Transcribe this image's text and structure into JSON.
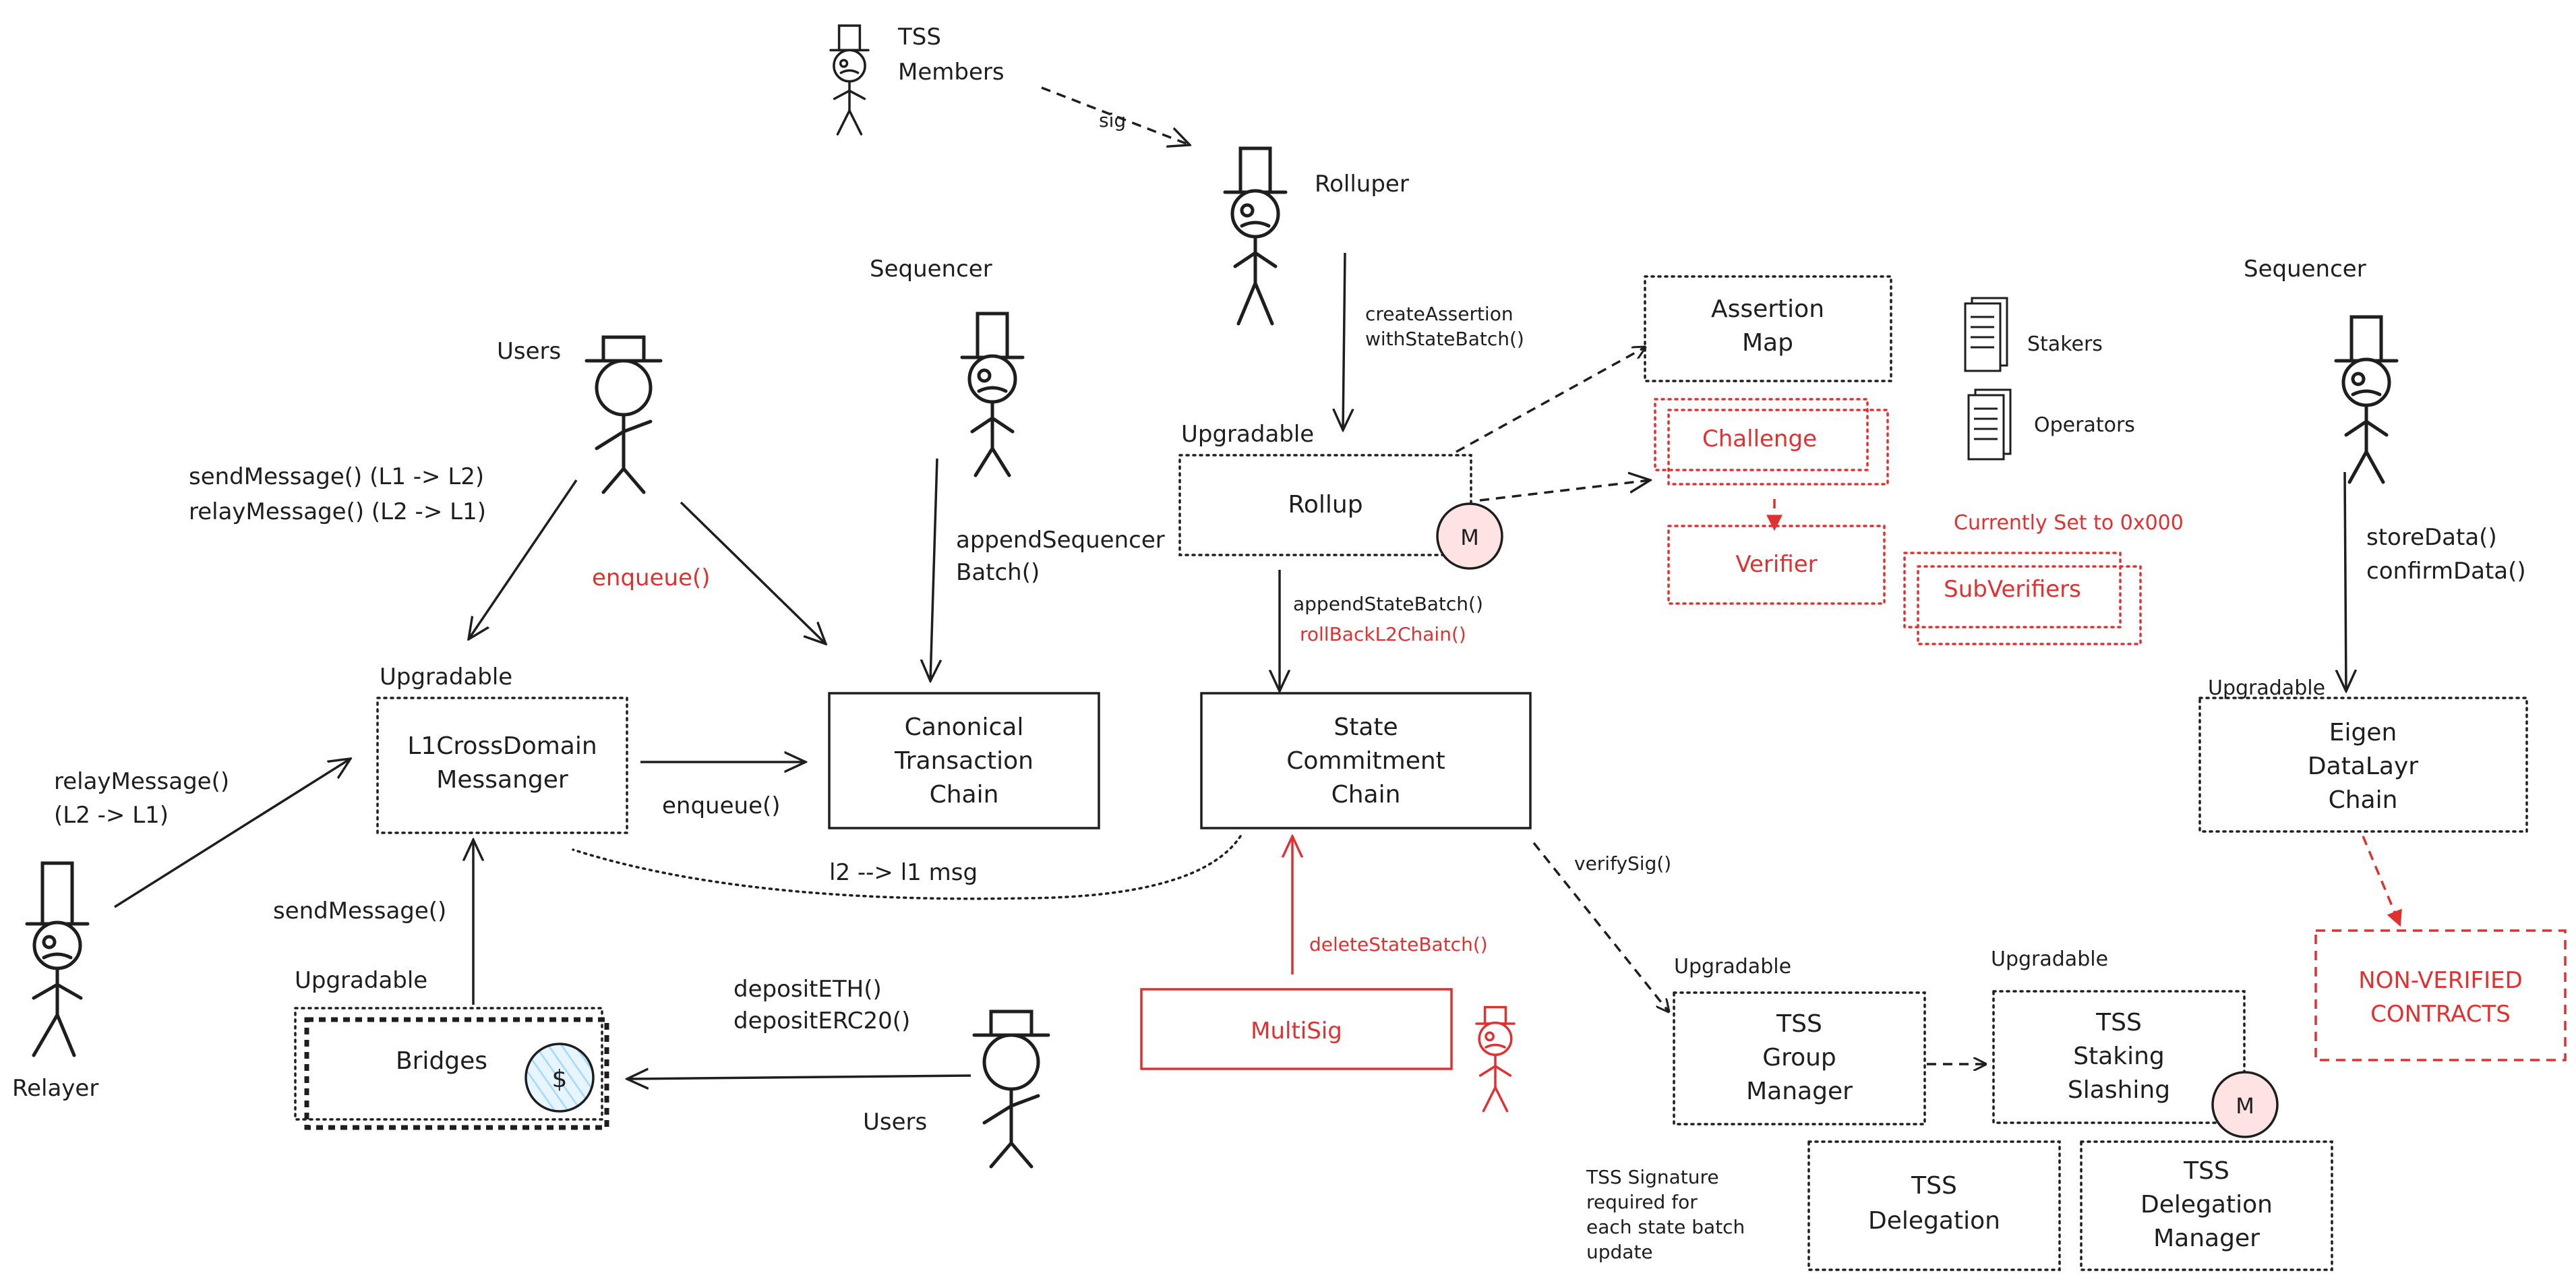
{
  "colors": {
    "ink": "#1e1e1e",
    "accent_red": "#e03131",
    "green_fill": "#d3f9d8",
    "blue_fill": "#d0ebff",
    "yellow_fill": "#fff3bf",
    "pink_fill": "#ffe3e3"
  },
  "actors": {
    "tss_members": [
      "TSS",
      "Members"
    ],
    "rolluper": "Rolluper",
    "sequencer_mid": "Sequencer",
    "sequencer_right": "Sequencer",
    "users_top": "Users",
    "users_bottom": "Users",
    "relayer": "Relayer"
  },
  "boxes": {
    "l1_messenger": {
      "tag": "Upgradable",
      "lines": [
        "L1CrossDomain",
        "Messanger"
      ]
    },
    "ctc": {
      "lines": [
        "Canonical",
        "Transaction",
        "Chain"
      ]
    },
    "scc": {
      "lines": [
        "State",
        "Commitment",
        "Chain"
      ]
    },
    "rollup": {
      "tag": "Upgradable",
      "title": "Rollup",
      "badge": "M"
    },
    "assertion_map": {
      "lines": [
        "Assertion",
        "Map"
      ]
    },
    "challenge": {
      "title": "Challenge"
    },
    "verifier": {
      "title": "Verifier"
    },
    "subverifiers": {
      "title": "SubVerifiers"
    },
    "bridges": {
      "tag": "Upgradable",
      "title": "Bridges",
      "badge": "$"
    },
    "multisig": {
      "title": "MultiSig"
    },
    "tss_group": {
      "tag": "Upgradable",
      "lines": [
        "TSS",
        "Group",
        "Manager"
      ]
    },
    "tss_staking": {
      "tag": "Upgradable",
      "lines": [
        "TSS",
        "Staking",
        "Slashing"
      ],
      "badge": "M"
    },
    "tss_delegation": {
      "lines": [
        "TSS",
        "Delegation"
      ]
    },
    "tss_delegation_manager": {
      "lines": [
        "TSS",
        "Delegation",
        "Manager"
      ]
    },
    "eigen": {
      "tag": "Upgradable",
      "lines": [
        "Eigen",
        "DataLayr",
        "Chain"
      ]
    },
    "non_verified": {
      "lines": [
        "NON-VERIFIED",
        "CONTRACTS"
      ]
    }
  },
  "docs": {
    "stakers": "Stakers",
    "operators": "Operators"
  },
  "edge_labels": {
    "sig": "sig",
    "create_assertion": [
      "createAssertion",
      "withStateBatch()"
    ],
    "append_state_batch": "appendStateBatch()",
    "rollback": "rollBackL2Chain()",
    "send_relay_msgs": [
      "sendMessage() (L1 -> L2)",
      "relayMessage() (L2 -> L1)"
    ],
    "enqueue_red": "enqueue()",
    "enqueue": "enqueue()",
    "append_seq_batch": [
      "appendSequencer",
      "Batch()"
    ],
    "relay_message": [
      "relayMessage()",
      "(L2 -> L1)"
    ],
    "send_message": "sendMessage()",
    "l2_l1": "l2 --> l1 msg",
    "deposit": [
      "depositETH()",
      "depositERC20()"
    ],
    "delete_state_batch": "deleteStateBatch()",
    "verify_sig": "verifySig()",
    "currently_set": "Currently Set to 0x000",
    "store_confirm": [
      "storeData()",
      "confirmData()"
    ],
    "tss_note": [
      "TSS Signature",
      "required for",
      "each state batch",
      "update"
    ]
  }
}
